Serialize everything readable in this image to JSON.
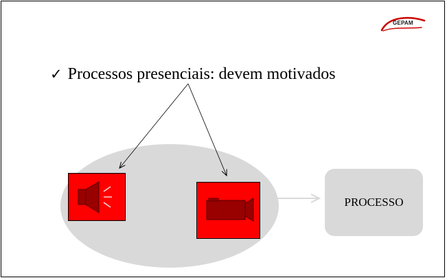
{
  "slide": {
    "logo": {
      "text": "GEPAM",
      "icon": "gepam-logo"
    },
    "bullet": {
      "icon": "checkmark-icon",
      "text": "Processos presenciais: devem motivados"
    },
    "media": {
      "speaker_icon": "speaker-icon",
      "camera_icon": "video-camera-icon"
    },
    "process": {
      "label": "PROCESSO"
    }
  },
  "colors": {
    "media_box": "#ff0000",
    "media_icon": "#990000",
    "ellipse": "#d9d9d9",
    "process_box": "#d9d9d9",
    "connector_arrow": "#d9d9d9",
    "logo_swoosh": "#cc0000"
  }
}
